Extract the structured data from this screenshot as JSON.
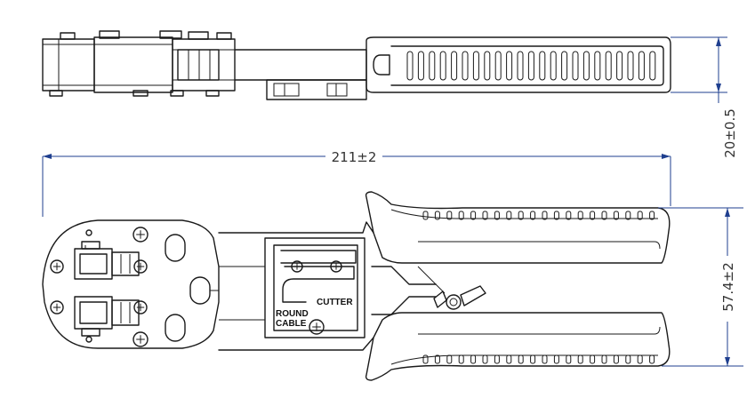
{
  "dimensions": {
    "length": "211±2",
    "thickness": "20±0.5",
    "handle_span": "57.4±2"
  },
  "labels": {
    "round_cable_line1": "ROUND",
    "round_cable_line2": "CABLE",
    "cutter": "CUTTER"
  },
  "colors": {
    "line": "#1a1a1a",
    "dimension": "#1f3f8f",
    "dimension_text": "#333333"
  }
}
